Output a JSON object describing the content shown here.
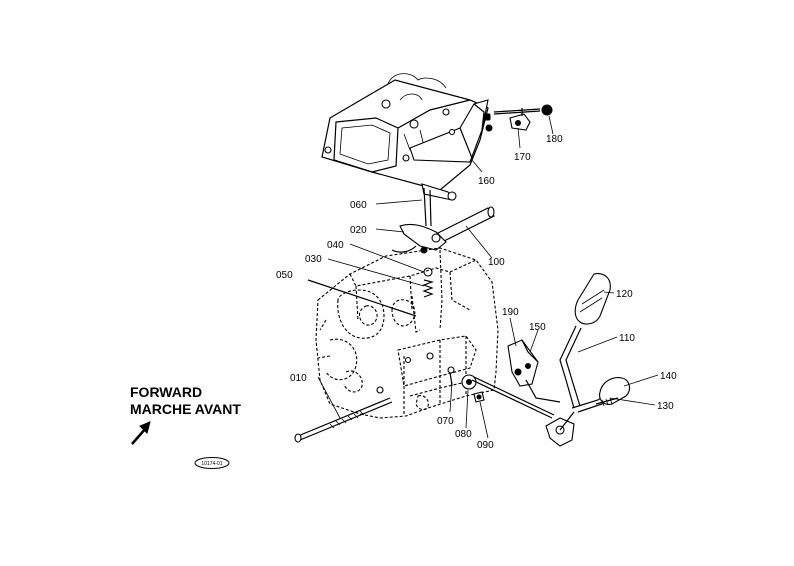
{
  "diagram": {
    "callouts": [
      {
        "id": "010",
        "label": "010"
      },
      {
        "id": "020",
        "label": "020"
      },
      {
        "id": "030",
        "label": "030"
      },
      {
        "id": "040",
        "label": "040"
      },
      {
        "id": "050",
        "label": "050"
      },
      {
        "id": "060",
        "label": "060"
      },
      {
        "id": "070",
        "label": "070"
      },
      {
        "id": "080",
        "label": "080"
      },
      {
        "id": "090",
        "label": "090"
      },
      {
        "id": "100",
        "label": "100"
      },
      {
        "id": "110",
        "label": "110"
      },
      {
        "id": "120",
        "label": "120"
      },
      {
        "id": "130",
        "label": "130"
      },
      {
        "id": "140",
        "label": "140"
      },
      {
        "id": "150",
        "label": "150"
      },
      {
        "id": "160",
        "label": "160"
      },
      {
        "id": "170",
        "label": "170"
      },
      {
        "id": "180",
        "label": "180"
      },
      {
        "id": "190",
        "label": "190"
      }
    ],
    "direction": {
      "line1": "FORWARD",
      "line2": "MARCHE AVANT"
    },
    "reference_code": "10174-01"
  }
}
